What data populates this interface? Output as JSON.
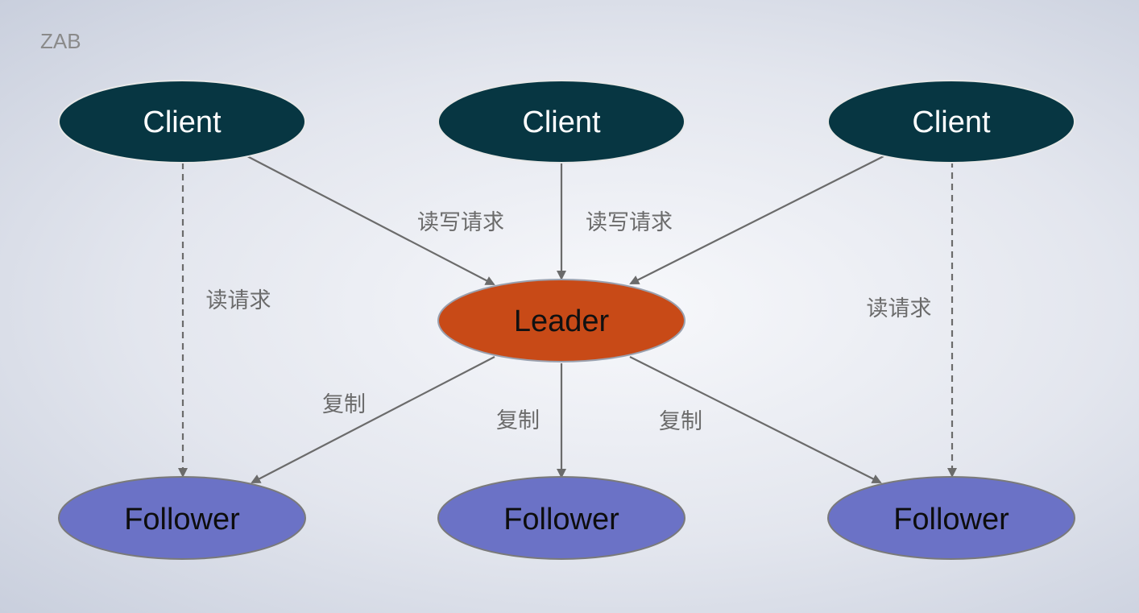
{
  "title": "ZAB",
  "colors": {
    "client_fill": "#073642",
    "leader_fill": "#c84a17",
    "follower_fill": "#6b72c6",
    "edge": "#6b6b6b",
    "node_stroke": "#e8e8e8"
  },
  "nodes": {
    "client_left": "Client",
    "client_middle": "Client",
    "client_right": "Client",
    "leader": "Leader",
    "follower_left": "Follower",
    "follower_middle": "Follower",
    "follower_right": "Follower"
  },
  "edges": {
    "client_left_to_leader": "读写请求",
    "client_middle_to_leader": "读写请求",
    "client_left_to_follower_left": "读请求",
    "client_right_to_follower_right": "读请求",
    "leader_to_follower_left": "复制",
    "leader_to_follower_middle": "复制",
    "leader_to_follower_right": "复制"
  }
}
